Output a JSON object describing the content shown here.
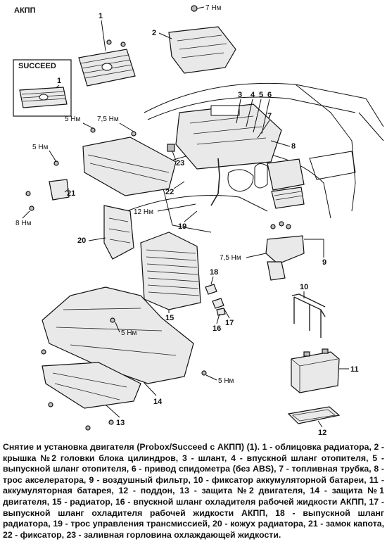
{
  "header": {
    "transmission_label": "АКПП"
  },
  "inset": {
    "model_label": "SUCCEED",
    "part_number": "1"
  },
  "torques": {
    "t7": "7 Нм",
    "t5a": "5 Нм",
    "t75a": "7,5 Нм",
    "t5b": "5 Нм",
    "t8": "8 Нм",
    "t12": "12 Нм",
    "t75b": "7,5 Нм",
    "t5c": "5 Нм",
    "t5d": "5 Нм"
  },
  "callouts": {
    "n1": "1",
    "n2": "2",
    "n3": "3",
    "n4": "4",
    "n5": "5",
    "n6": "6",
    "n7": "7",
    "n8": "8",
    "n9": "9",
    "n10": "10",
    "n11": "11",
    "n12": "12",
    "n13": "13",
    "n14": "14",
    "n15": "15",
    "n16": "16",
    "n17": "17",
    "n18": "18",
    "n19": "19",
    "n20": "20",
    "n21": "21",
    "n22": "22",
    "n23": "23"
  },
  "caption": "Снятие и установка двигателя (Probox/Succeed с АКПП) (1). 1 - облицовка радиатора, 2 - крышка №2 головки блока цилиндров, 3 - шлант, 4 - впускной шланг отопителя, 5 - выпускной шланг отопителя, 6 - привод спидометра (без ABS), 7 - топливная трубка, 8 - трос акселератора, 9 - воздушный фильтр, 10 - фиксатор аккумуляторной батареи, 11 - аккумуляторная батарея, 12 - поддон, 13 - защита №2 двигателя, 14 - защита №1 двигателя, 15 - радиатор, 16 - впускной шланг охладителя рабочей жидкости АКПП, 17 - выпускной шланг охладителя рабочей жидкости АКПП, 18 - выпускной шланг радиатора, 19 - трос управления трансмиссией, 20 - кожух радиатора, 21 - замок капота, 22 - фиксатор, 23 - заливная горловина охлаждающей жидкости."
}
